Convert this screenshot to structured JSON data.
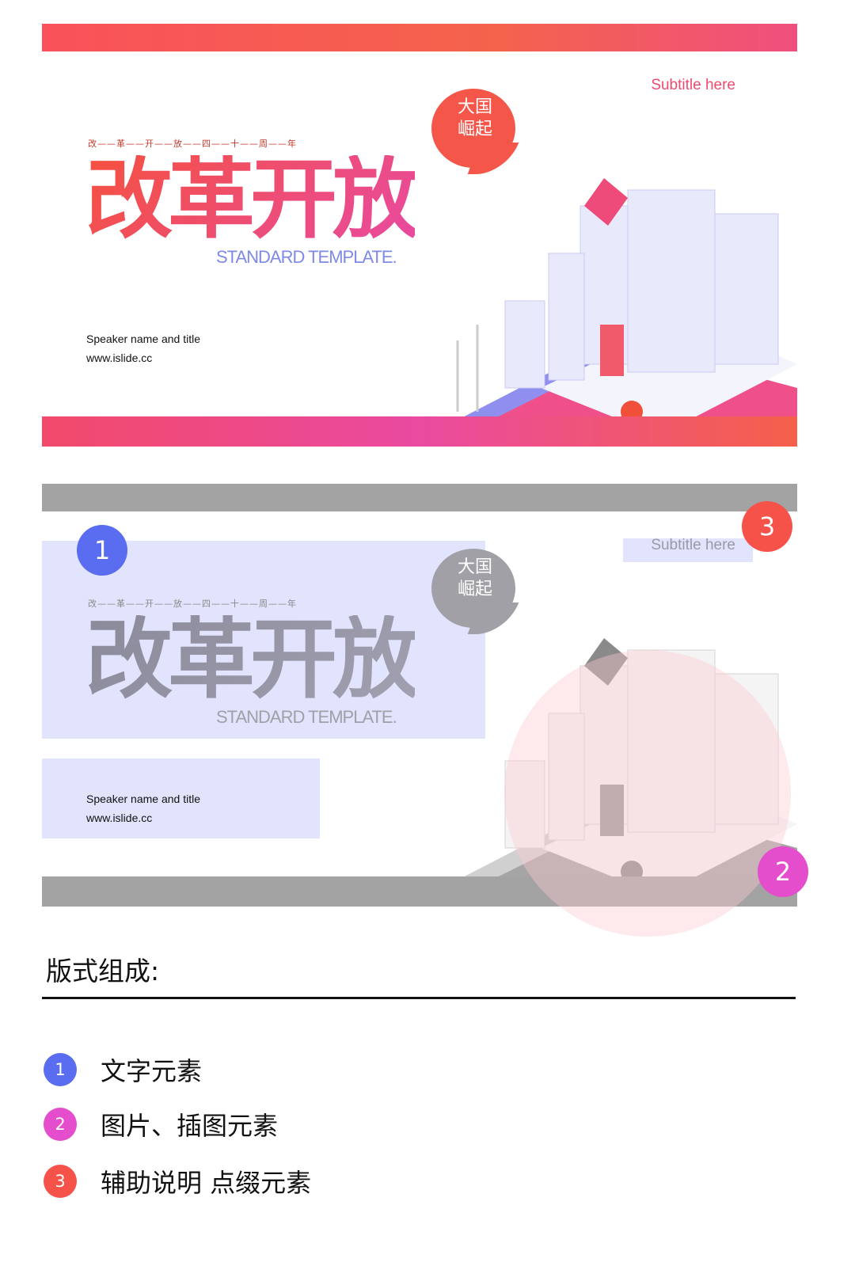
{
  "slide": {
    "subtitle": "Subtitle here",
    "tagline": "改——革——开——放——四——十——周——年",
    "title": "改革开放",
    "template_label": "STANDARD TEMPLATE.",
    "bubble_line1": "大国",
    "bubble_line2": "崛起",
    "speaker": "Speaker name and title",
    "website": "www.islide.cc"
  },
  "annotations": {
    "badge1": "1",
    "badge2": "2",
    "badge3": "3"
  },
  "legend": {
    "heading": "版式组成:",
    "items": [
      {
        "num": "1",
        "label": "文字元素",
        "color": "#5a6cf0"
      },
      {
        "num": "2",
        "label": "图片、插图元素",
        "color": "#e44dcc"
      },
      {
        "num": "3",
        "label": "辅助说明 点缀元素",
        "color": "#f5524a"
      }
    ]
  }
}
